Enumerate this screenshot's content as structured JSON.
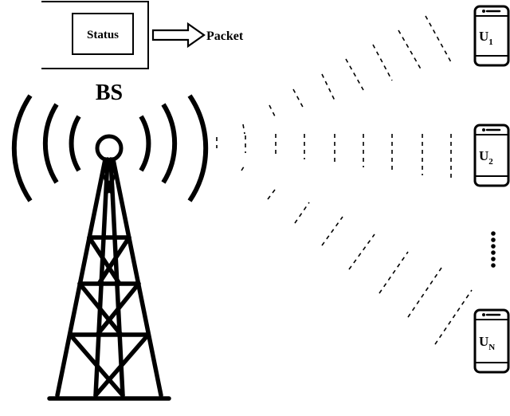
{
  "diagram": {
    "status_label": "Status",
    "packet_label": "Packet",
    "bs_label": "BS",
    "users": [
      {
        "base": "U",
        "sub": "1"
      },
      {
        "base": "U",
        "sub": "2"
      },
      {
        "base": "U",
        "sub": "N"
      }
    ]
  }
}
